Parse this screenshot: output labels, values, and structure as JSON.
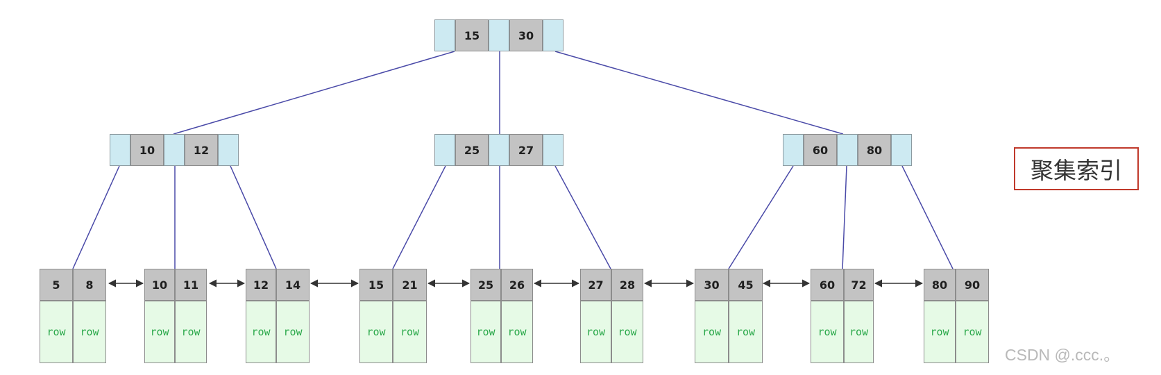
{
  "root": {
    "keys": [
      "15",
      "30"
    ]
  },
  "internal": [
    {
      "keys": [
        "10",
        "12"
      ]
    },
    {
      "keys": [
        "25",
        "27"
      ]
    },
    {
      "keys": [
        "60",
        "80"
      ]
    }
  ],
  "leaves": [
    {
      "keys": [
        "5",
        "8"
      ],
      "rows": [
        "row",
        "row"
      ]
    },
    {
      "keys": [
        "10",
        "11"
      ],
      "rows": [
        "row",
        "row"
      ]
    },
    {
      "keys": [
        "12",
        "14"
      ],
      "rows": [
        "row",
        "row"
      ]
    },
    {
      "keys": [
        "15",
        "21"
      ],
      "rows": [
        "row",
        "row"
      ]
    },
    {
      "keys": [
        "25",
        "26"
      ],
      "rows": [
        "row",
        "row"
      ]
    },
    {
      "keys": [
        "27",
        "28"
      ],
      "rows": [
        "row",
        "row"
      ]
    },
    {
      "keys": [
        "30",
        "45"
      ],
      "rows": [
        "row",
        "row"
      ]
    },
    {
      "keys": [
        "60",
        "72"
      ],
      "rows": [
        "row",
        "row"
      ]
    },
    {
      "keys": [
        "80",
        "90"
      ],
      "rows": [
        "row",
        "row"
      ]
    }
  ],
  "label": "聚集索引",
  "watermark": "CSDN @.ccc.。",
  "colors": {
    "edge": "#4a4aa8",
    "arrow": "#333333",
    "pointer_cell": "#cdeaf2",
    "key_cell": "#c3c3c3",
    "row_cell": "#e6fae6",
    "row_text": "#2aa84a",
    "label_border": "#c0392b"
  }
}
